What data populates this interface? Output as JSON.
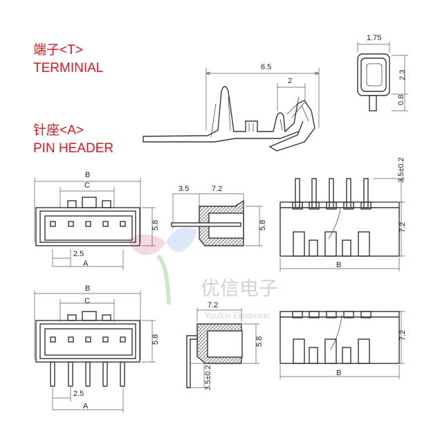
{
  "labels": {
    "terminal_cn": "端子<T>",
    "terminal_en": "TERMINIAL",
    "header_cn": "针座<A>",
    "header_en": "PIN HEADER"
  },
  "dims": {
    "t_len": "6.5",
    "t_two": "2",
    "t_w": "1.75",
    "t_h": "2.3",
    "t_pin": "0.8",
    "b": "B",
    "c": "C",
    "a": "A",
    "pitch": "2.5",
    "h58": "5.8",
    "d35": "3.5",
    "d72": "7.2",
    "d35tol": "3.5±0.2"
  },
  "watermark": {
    "cn": "优信电子",
    "en": "YouXin Electronic"
  },
  "colors": {
    "label_red": "#e8141a",
    "line": "#333333"
  }
}
